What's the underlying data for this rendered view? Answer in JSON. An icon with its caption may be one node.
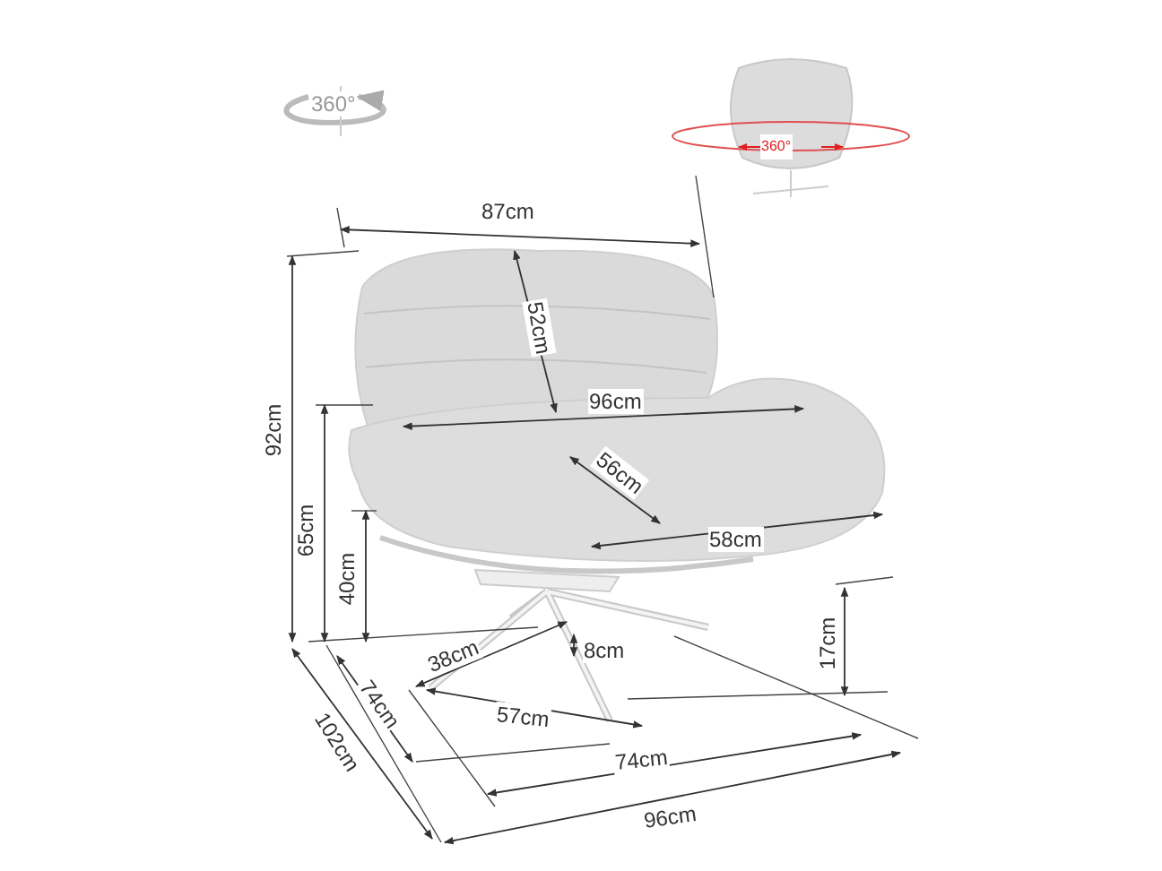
{
  "diagram": {
    "labels": [
      "360°",
      "360°",
      "87cm",
      "52cm",
      "92cm",
      "96cm",
      "56cm",
      "65cm",
      "40cm",
      "58cm",
      "38cm",
      "8cm",
      "17cm",
      "74cm",
      "57cm",
      "102cm",
      "74cm",
      "96cm"
    ]
  }
}
